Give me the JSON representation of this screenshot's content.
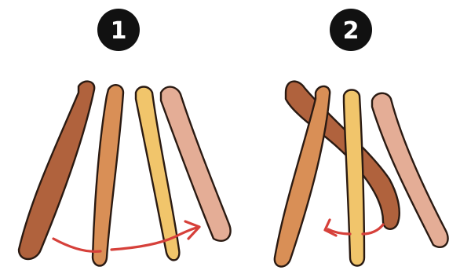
{
  "panels": [
    {
      "step_label": "1",
      "strands": [
        {
          "name": "dark-brown-strand",
          "color": "#b0623d"
        },
        {
          "name": "orange-strand",
          "color": "#d98f56"
        },
        {
          "name": "yellow-strand",
          "color": "#f1c56b"
        },
        {
          "name": "pink-strand",
          "color": "#e4ad96"
        }
      ],
      "arrow": {
        "color": "#d6403a",
        "direction": "left-to-right"
      }
    },
    {
      "step_label": "2",
      "strands": [
        {
          "name": "dark-brown-strand",
          "color": "#b0623d"
        },
        {
          "name": "orange-strand",
          "color": "#d98f56"
        },
        {
          "name": "yellow-strand",
          "color": "#f1c56b"
        },
        {
          "name": "pink-strand",
          "color": "#e4ad96"
        }
      ],
      "arrow": {
        "color": "#d6403a",
        "direction": "right-to-left"
      }
    }
  ]
}
